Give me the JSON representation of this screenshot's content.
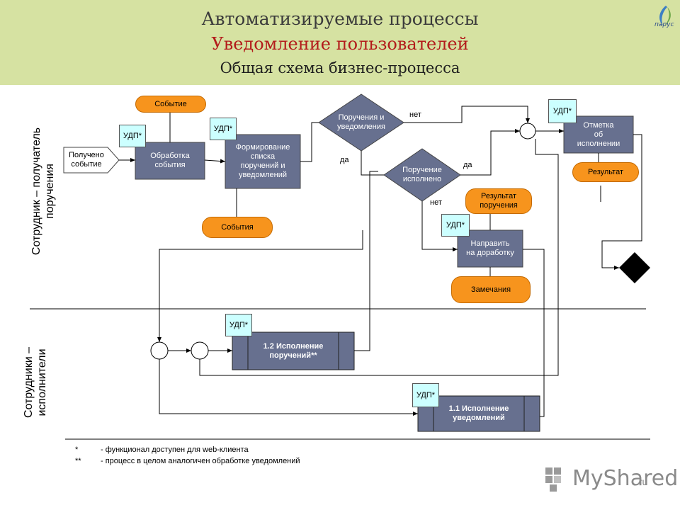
{
  "header": {
    "title": "Автоматизируемые процессы",
    "subtitle": "Уведомление пользователей",
    "caption": "Общая схема бизнес-процесса",
    "logo_text": "парус"
  },
  "lanes": {
    "top": "Сотрудник – получатель\nпоручения",
    "bottom": "Сотрудники –\nисполнители"
  },
  "nodes": {
    "received_event": "Получено\nсобытие",
    "process_event": "Обработка\nсобытия",
    "form_list": "Формирование\nсписка\nпоручений и\nуведомлений",
    "decision_orders": "Поручения и\nуведомления",
    "decision_done": "Поручение\nисполнено",
    "send_back": "Направить\nна доработку",
    "mark_done": "Отметка\nоб\nисполнении",
    "exec_orders": "1.2 Исполнение\nпоручений**",
    "exec_notices": "1.1 Исполнение\nуведомлений"
  },
  "pills": {
    "event": "Событие",
    "events": "События",
    "order_result": "Результат\nпоручения",
    "remarks": "Замечания",
    "result": "Результат"
  },
  "udp_label": "УДП*",
  "edge_labels": {
    "no_top": "нет",
    "yes_left": "да",
    "yes_right": "да",
    "no_mid": "нет"
  },
  "footnotes": [
    {
      "mark": "*",
      "text": "- функционал доступен для web-клиента"
    },
    {
      "mark": "**",
      "text": "- процесс в целом аналогичен обработке уведомлений"
    }
  ],
  "watermark": {
    "brand": "MyShared",
    "suffix": ".ru"
  },
  "colors": {
    "header_bg": "#d6e2a2",
    "box_fill": "#67708f",
    "pill_fill": "#f7941d",
    "udp_fill": "#ccffff",
    "subtitle": "#b31b1b"
  }
}
